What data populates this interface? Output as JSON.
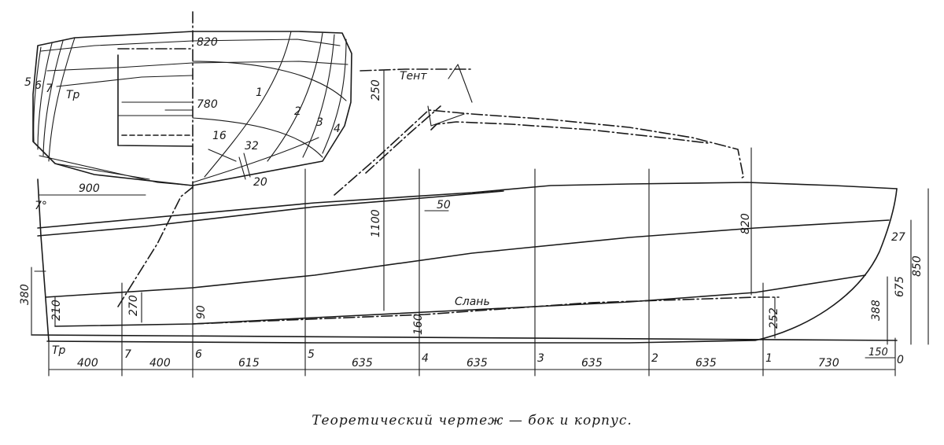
{
  "caption": "Теоретический чертеж — бок и корпус.",
  "labels": {
    "tent": "Тент",
    "slan": "Слань",
    "tr_body": "Тр",
    "tr_profile": "Тр"
  },
  "stations": [
    "Тр",
    "7",
    "6",
    "5",
    "4",
    "3",
    "2",
    "1",
    "0"
  ],
  "station_spacing": [
    "400",
    "400",
    "615",
    "635",
    "635",
    "635",
    "635",
    "730",
    "150"
  ],
  "body_plan_lines": [
    "1",
    "2",
    "3",
    "4",
    "5",
    "6",
    "7"
  ],
  "dimensions": {
    "d820_top": "820",
    "d780": "780",
    "d16": "16",
    "d32": "32",
    "d20": "20",
    "d250": "250",
    "d900": "900",
    "d7deg": "7°",
    "d50": "50",
    "d1100": "1100",
    "d820_right": "820",
    "d380": "380",
    "d210": "210",
    "d270": "270",
    "d90": "90",
    "d160": "160",
    "d252": "252",
    "d388": "388",
    "d675": "675",
    "d850": "850",
    "d27": "27"
  }
}
